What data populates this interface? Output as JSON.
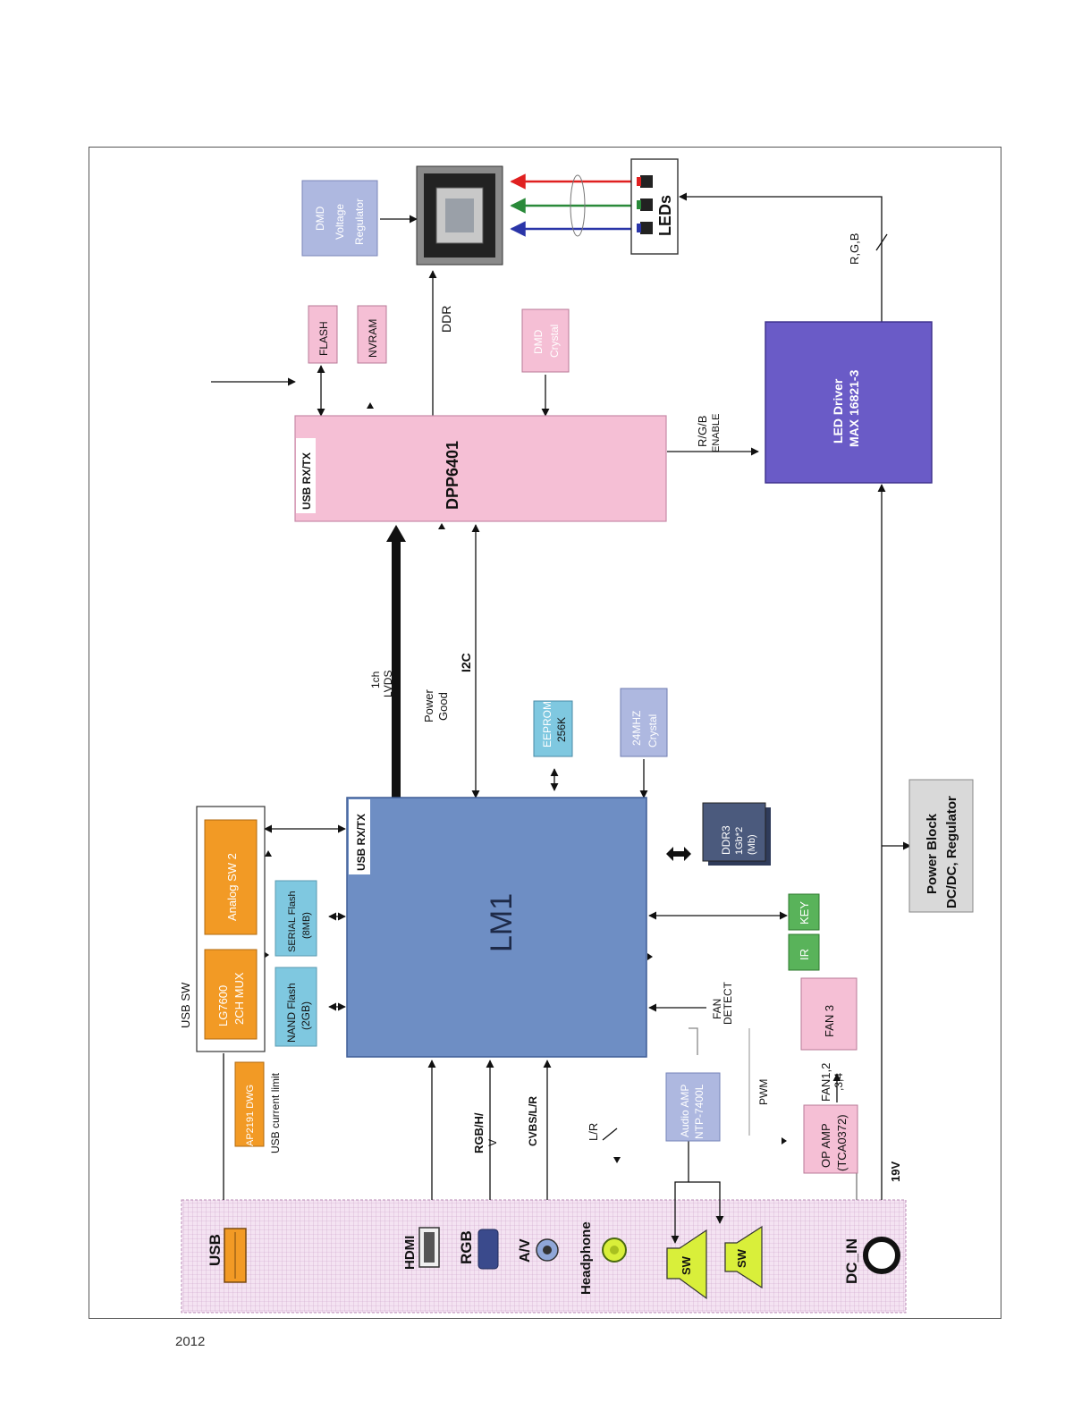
{
  "footer": {
    "year": "2012"
  },
  "colors": {
    "pink": "#f5bfd5",
    "lm1": "#6e8ec4",
    "led_driver": "#6a5bc7",
    "cyan": "#7fc8e0",
    "orange": "#f29a25",
    "lavender": "#aeb8e0",
    "grey": "#d9d9d9",
    "green": "#59b35a",
    "dark": "#4b5a7d",
    "io_panel": "#f4e3f2"
  },
  "blocks": {
    "usb_sw": "USB SW",
    "mux": [
      "LG7600",
      "2CH MUX"
    ],
    "analog_sw": "Analog SW 2",
    "usb_limit": [
      "AP2191 DWG",
      "USB current limit"
    ],
    "nand": [
      "NAND Flash",
      "(2GB)"
    ],
    "serial_flash": [
      "SERIAL Flash",
      "(8MB)"
    ],
    "lm1": "LM1",
    "lm1_port": "USB RX/TX",
    "eeprom": [
      "EEPROM",
      "256K"
    ],
    "crystal24": [
      "24MHZ",
      "Crystal"
    ],
    "ddr3": [
      "DDR3",
      "1Gb*2",
      "(Mb)"
    ],
    "audio_amp": [
      "Audio AMP",
      "NTP-7400L"
    ],
    "op_amp": [
      "OP AMP",
      "(TCA0372)"
    ],
    "fan3": "FAN 3",
    "ir": "IR",
    "key": "KEY",
    "power_block": [
      "Power Block",
      "DC/DC, Regulator"
    ],
    "dpp": "DPP6401",
    "dpp_port": "USB RX/TX",
    "flash": "FLASH",
    "nvram": "NVRAM",
    "dmd_crystal": [
      "DMD",
      "Crystal"
    ],
    "dmd_regulator": [
      "DMD",
      "Voltage",
      "Regulator"
    ],
    "led_driver": [
      "LED Driver",
      "MAX 16821-3"
    ],
    "leds": "LEDs"
  },
  "signals": {
    "lvds": [
      "1ch",
      "LVDS"
    ],
    "power_good": [
      "Power",
      "Good"
    ],
    "i2c": "I2C",
    "ddr": "DDR",
    "rgb_enable": [
      "R/G/B",
      "ENABLE"
    ],
    "rgb": "R,G,B",
    "rgb_hv": [
      "RGB/H/",
      "V"
    ],
    "cvbs": "CVBS/L/R",
    "lr": "L/R",
    "pwm": "PWM",
    "fan_detect": [
      "FAN",
      "DETECT"
    ],
    "fan12": [
      "FAN1,2",
      ",3,4"
    ],
    "v19": "19V"
  },
  "io_panel": {
    "usb": "USB",
    "hdmi": "HDMI",
    "rgb": "RGB",
    "av": "A/V",
    "headphone": "Headphone",
    "sw1": "SW",
    "sw2": "SW",
    "dc_in": "DC_IN"
  }
}
